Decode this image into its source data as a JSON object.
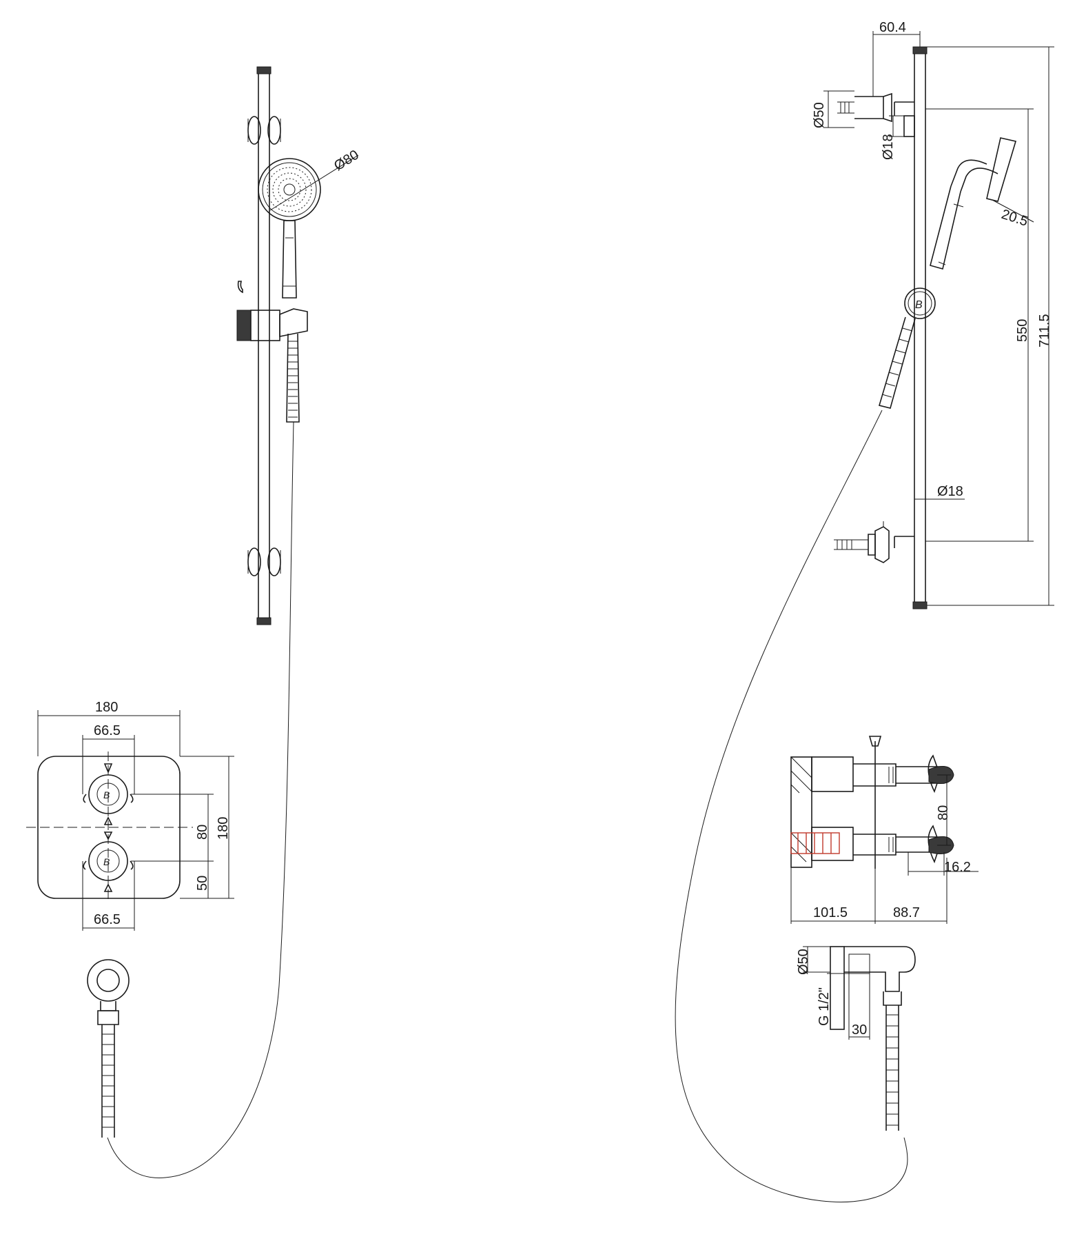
{
  "drawing": {
    "riser_front": {
      "handset_diameter": "Ø80"
    },
    "riser_side": {
      "bracket_offset": "60.4",
      "bracket_diameter": "Ø50",
      "rail_diameter_top": "Ø18",
      "handset_head_depth": "20.5",
      "handset_height": "550",
      "overall_height": "711.5",
      "rail_diameter": "Ø18"
    },
    "valve_front": {
      "plate_width": "180",
      "handle_width_top": "66.5",
      "handle_centres": "80",
      "plate_height": "180",
      "lower_offset": "50",
      "handle_width_bottom": "66.5"
    },
    "valve_section": {
      "handle_centres": "80",
      "handle_projection": "16.2",
      "body_depth": "101.5",
      "front_projection": "88.7"
    },
    "outlet_elbow": {
      "flange_diameter": "Ø50",
      "thread": "G 1/2\"",
      "thread_depth": "30"
    }
  }
}
